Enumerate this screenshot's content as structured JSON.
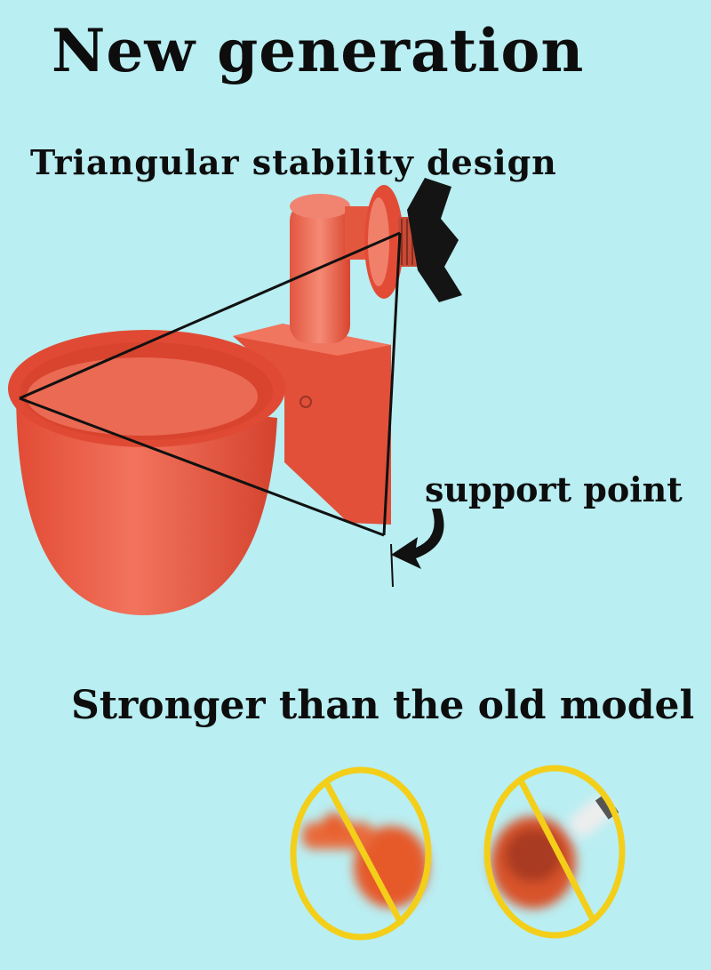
{
  "headline": "New generation",
  "design_label": "Triangular stability design",
  "support_label": "support point",
  "comparison_label": "Stronger than the old model",
  "colors": {
    "background": "#b9eef2",
    "cup": "#ec5a43",
    "cup_dark": "#c9432f",
    "nut": "#111111",
    "prohibit_ring": "#f3cf1a"
  },
  "icons": [
    "drinker-cup",
    "wing-nut-icon",
    "curved-arrow-icon",
    "prohibited-icon"
  ]
}
